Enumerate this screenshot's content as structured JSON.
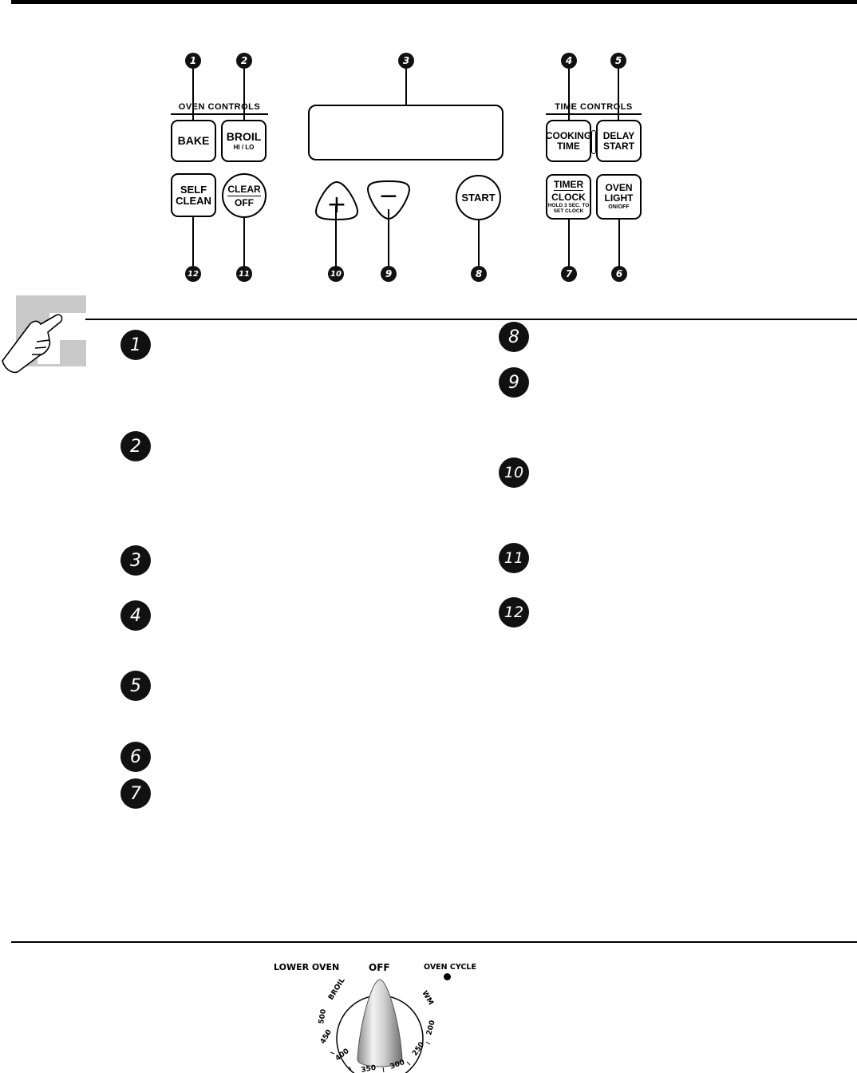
{
  "control_panel": {
    "callouts_top": [
      "1",
      "2",
      "3",
      "4",
      "5"
    ],
    "callouts_bottom": [
      "12",
      "11",
      "10",
      "9",
      "8",
      "7",
      "6"
    ],
    "oven_controls_label": "OVEN CONTROLS",
    "time_controls_label": "TIME CONTROLS",
    "bake": {
      "main": "BAKE"
    },
    "broil": {
      "main": "BROIL",
      "sub": "HI / LO"
    },
    "self_clean": {
      "line1": "SELF",
      "line2": "CLEAN"
    },
    "clear_off": {
      "line1": "CLEAR",
      "line2": "OFF"
    },
    "plus": "+",
    "minus": "−",
    "start": "START",
    "cooking_time": {
      "line1": "COOKING",
      "line2": "TIME"
    },
    "delay_start": {
      "line1": "DELAY",
      "line2": "START"
    },
    "timer_clock": {
      "line1": "TIMER",
      "line2": "CLOCK",
      "sub1": "HOLD 3 SEC. TO",
      "sub2": "SET CLOCK"
    },
    "oven_light": {
      "line1": "OVEN",
      "line2": "LIGHT",
      "sub": "ON/OFF"
    }
  },
  "legend": {
    "left_numbers": [
      "1",
      "2",
      "3",
      "4",
      "5",
      "6",
      "7"
    ],
    "right_numbers": [
      "8",
      "9",
      "10",
      "11",
      "12"
    ]
  },
  "lower_oven": {
    "label": "LOWER OVEN",
    "off": "OFF",
    "oven_cycle": "OVEN CYCLE",
    "broil": "BROIL",
    "wm": "WM",
    "temps": [
      "500",
      "450",
      "400",
      "350",
      "300",
      "250",
      "200"
    ]
  }
}
